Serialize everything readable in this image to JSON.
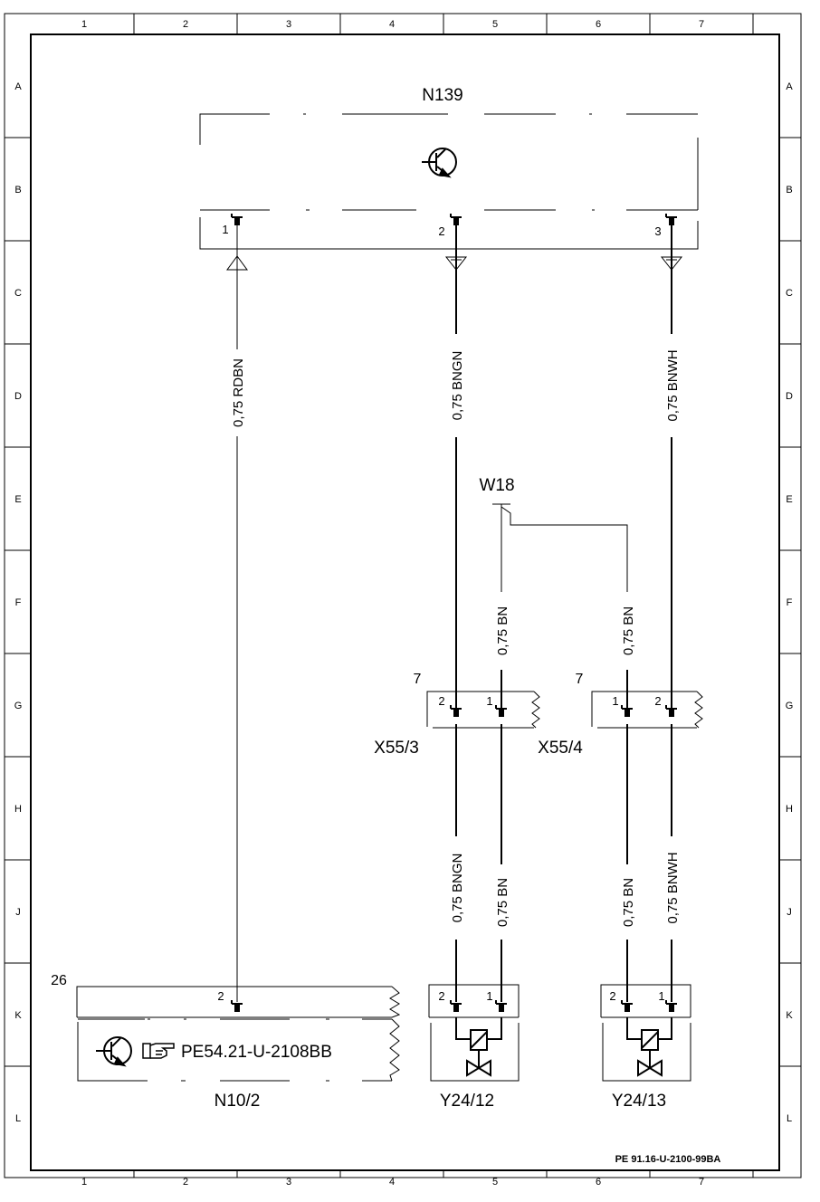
{
  "grid": {
    "columns": [
      "1",
      "2",
      "3",
      "4",
      "5",
      "6",
      "7"
    ],
    "rows": [
      "A",
      "B",
      "C",
      "D",
      "E",
      "F",
      "G",
      "H",
      "J",
      "K",
      "L"
    ]
  },
  "components": {
    "n139": {
      "label": "N139",
      "pins": [
        "1",
        "2",
        "3"
      ]
    },
    "w18": {
      "label": "W18"
    },
    "x55_3": {
      "label": "X55/3",
      "ref": "7",
      "pins": [
        "2",
        "1"
      ]
    },
    "x55_4": {
      "label": "X55/4",
      "ref": "7",
      "pins": [
        "1",
        "2"
      ]
    },
    "n10_2": {
      "label": "N10/2",
      "ref": "26",
      "pin": "2",
      "cross_ref": "PE54.21-U-2108BB"
    },
    "y24_12": {
      "label": "Y24/12",
      "pins": [
        "2",
        "1"
      ]
    },
    "y24_13": {
      "label": "Y24/13",
      "pins": [
        "2",
        "1"
      ]
    }
  },
  "wires": {
    "rdbn": "0,75 RDBN",
    "bngn_top": "0,75 BNGN",
    "bnwh_top": "0,75 BNWH",
    "bn_w18_left": "0,75 BN",
    "bn_w18_right": "0,75 BN",
    "bngn_bottom": "0,75 BNGN",
    "bn_bottom_left": "0,75 BN",
    "bn_bottom_right": "0,75 BN",
    "bnwh_bottom": "0,75 BNWH"
  },
  "footer": {
    "document_id": "PE 91.16-U-2100-99BA"
  }
}
